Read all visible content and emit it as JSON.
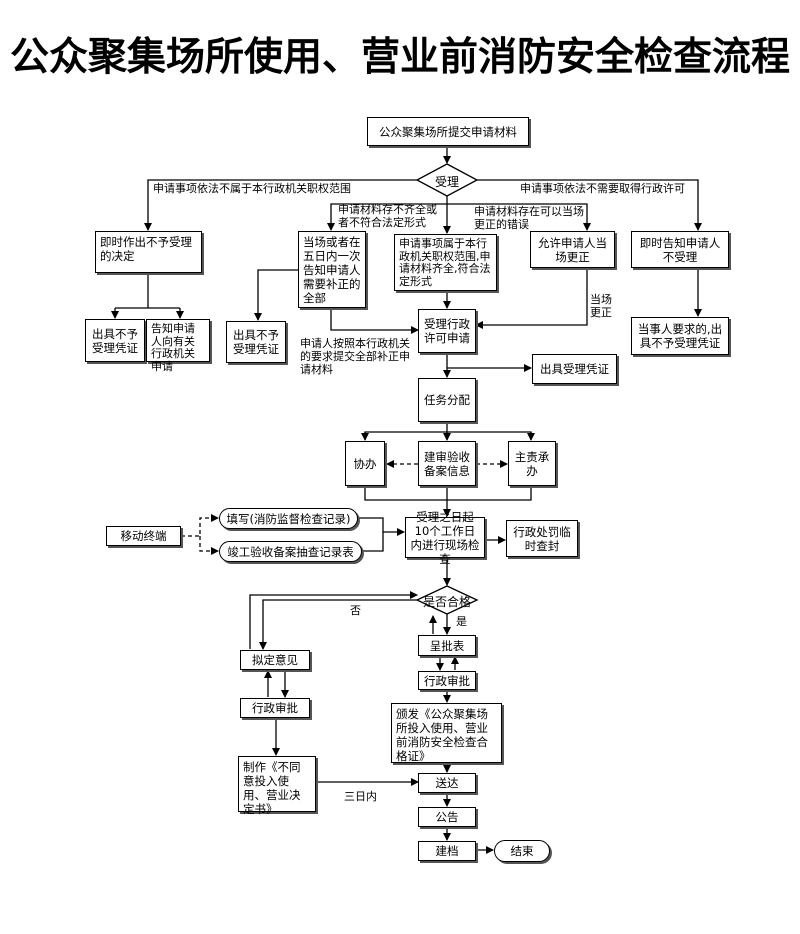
{
  "title": "公众聚集场所使用、营业前消防安全检查流程",
  "nodes": {
    "submit": "公众聚集场所提交申请材料",
    "accept": "受理",
    "immediate_reject": "即时作出不予受理的决定",
    "no_accept_cert_1": "出具不予受理凭证",
    "inform_other": "告知申请人向有关行政机关申请",
    "notify_once": "当场或者在五日内一次告知申请人需要补正的全部",
    "no_accept_cert_2": "出具不予受理凭证",
    "within_scope": "申请事项属于本行政机关职权范围,申请材料齐全,符合法定形式",
    "allow_correct": "允许申请人当场更正",
    "immediate_inform": "即时告知申请人不受理",
    "party_request": "当事人要求的,出具不予受理凭证",
    "license_accept": "受理行政许可申请",
    "accept_cert": "出具受理凭证",
    "task_assign": "任务分配",
    "assist": "协办",
    "build_info": "建审验收备案信息",
    "main_resp": "主责承办",
    "mobile": "移动终端",
    "fill_record": "填写(消防监督检查记录)",
    "completion_table": "竣工验收备案抽查记录表",
    "site_check": "受理之日起10个工作日内进行现场检查",
    "penalty": "行政处罚临时查封",
    "qualified": "是否合格",
    "draft_opinion": "拟定意见",
    "admin_approve_left": "行政审批",
    "make_decision": "制作《不同意投入使用、营业决定书》",
    "submit_table": "呈批表",
    "admin_approve_right": "行政审批",
    "issue_cert": "颁发《公众聚集场所投入使用、营业前消防安全检查合格证》",
    "deliver": "送达",
    "announce": "公告",
    "archive": "建档",
    "end": "结束"
  },
  "edge_labels": {
    "not_in_scope": "申请事项依法不属于本行政机关职权范围",
    "no_license_needed": "申请事项依法不需要取得行政许可",
    "incomplete": "申请材料存不齐全或者不符合法定形式",
    "correctable": "申请材料存在可以当场更正的错误",
    "correct_on_site": "当场更正",
    "supplement": "申请人按照本行政机关的要求提交全部补正申请材料",
    "no": "否",
    "yes": "是",
    "three_days": "三日内"
  }
}
